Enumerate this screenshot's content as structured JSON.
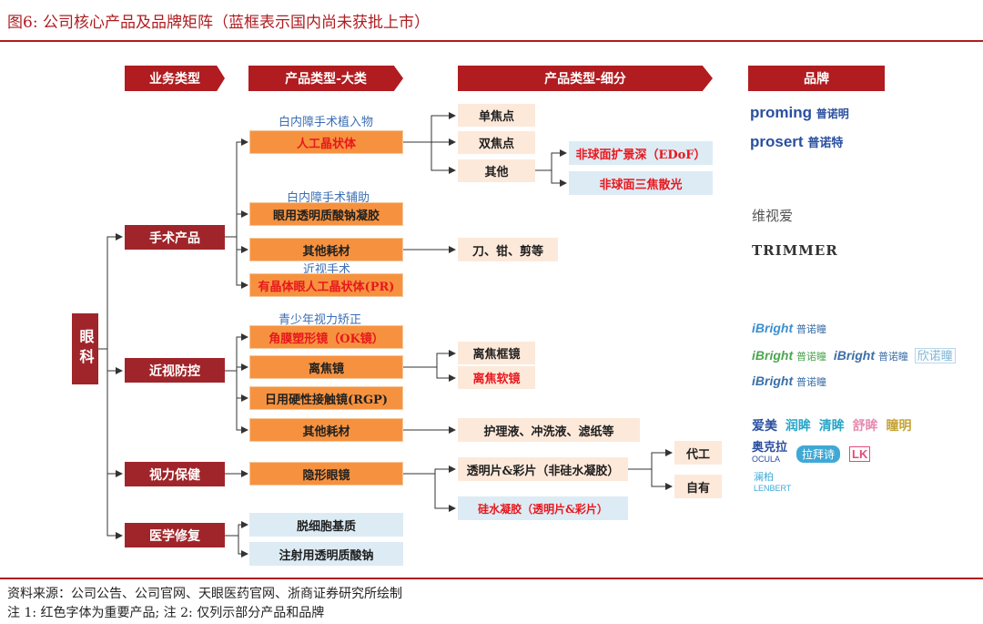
{
  "title": "图6:   公司核心产品及品牌矩阵（蓝框表示国内尚未获批上市）",
  "headers": {
    "business": "业务类型",
    "product_major": "产品类型-大类",
    "product_detail": "产品类型-细分",
    "brand": "品牌"
  },
  "root": "眼科",
  "categories": {
    "surgery": "手术产品",
    "myopia": "近视防控",
    "vision": "视力保健",
    "medical": "医学修复"
  },
  "sublabels": {
    "cataract_implant": "白内障手术植入物",
    "cataract_aux": "白内障手术辅助",
    "myopia_surgery": "近视手术",
    "teen_correction": "青少年视力矫正"
  },
  "major_products": {
    "iol": "人工晶状体",
    "ovd": "眼用透明质酸钠凝胶",
    "surgery_other": "其他耗材",
    "pr": "有晶体眼人工晶状体(PR)",
    "ok": "角膜塑形镜（OK镜）",
    "defocus": "离焦镜",
    "rgp": "日用硬性接触镜(RGP)",
    "myopia_other": "其他耗材",
    "contact": "隐形眼镜",
    "retina": "脱细胞基质",
    "hyaluronic": "注射用透明质酸钠"
  },
  "detail_products": {
    "monofocal": "单焦点",
    "bifocal": "双焦点",
    "other": "其他",
    "edof": "非球面扩景深（EDoF）",
    "trifocal": "非球面三焦散光",
    "tools": "刀、钳、剪等",
    "frame": "离焦框镜",
    "soft": "离焦软镜",
    "solutions": "护理液、冲洗液、滤纸等",
    "clear_color": "透明片&彩片（非硅水凝胶）",
    "silicone": "硅水凝胶（透明片&彩片）",
    "oem": "代工",
    "own": "自有"
  },
  "brands": {
    "proming": "proming",
    "proming_cn": "普诺明",
    "prosert": "prosert",
    "prosert_cn": "普诺特",
    "weishiai": "维视爱",
    "trimmer": "TRIMMER",
    "ibright": "iBright",
    "ibright_cn": "普诺瞳",
    "xinnuotong": "欣诺瞳",
    "lens_brands_1": [
      "爱美",
      "润眸",
      "清眸",
      "舒眸",
      "瞳明"
    ],
    "lens_brands_2": [
      "奥克拉",
      "OCULA",
      "拉拜诗",
      "LK"
    ],
    "lenbert": "澜柏",
    "lenbert_en": "LENBERT"
  },
  "footer": {
    "source": "资料来源：公司公告、公司官网、天眼医药官网、浙商证券研究所绘制",
    "note": "注 1:  红色字体为重要产品;  注 2:  仅列示部分产品和品牌"
  },
  "colors": {
    "red": "#b01c20",
    "orange": "#f6923f",
    "peach": "#fde9da",
    "blue": "#ddebf4",
    "accent_text": "#e8171d",
    "sub_blue": "#3d6fb4"
  }
}
